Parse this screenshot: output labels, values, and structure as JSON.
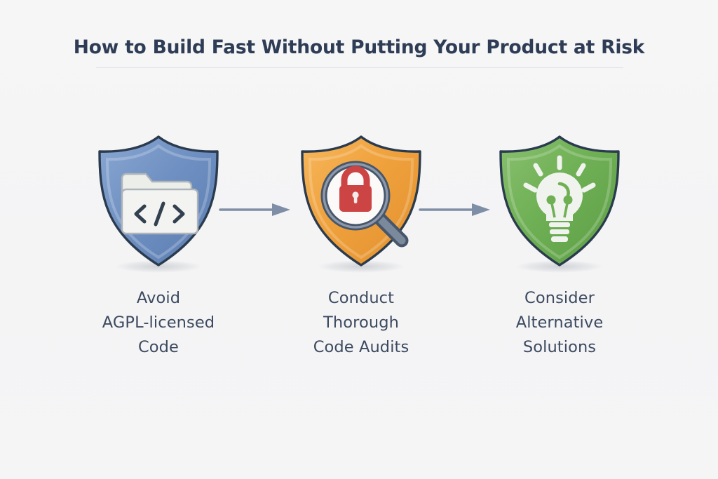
{
  "header": {
    "title": "How to Build Fast Without Putting Your Product at Risk"
  },
  "colors": {
    "background": "#f5f5f6",
    "title_text": "#2e3d55",
    "caption_text": "#3c4a60",
    "divider": "#dfe2e6",
    "arrow": "#7e8ea6",
    "shield_blue": "#6f90c2",
    "shield_orange": "#efa13c",
    "shield_green": "#6fb055",
    "shield_outline": "#2b3b4e",
    "lock_red": "#cc4444",
    "icon_white": "#f1f1ee"
  },
  "steps": [
    {
      "id": "step-1",
      "shield_color": "#6f90c2",
      "shield_color_dark": "#5b7cb0",
      "shield_color_light": "#8aa7d2",
      "icon_name": "code-folder-icon",
      "caption_lines": [
        "Avoid",
        "AGPL-licensed",
        "Code"
      ],
      "caption_text": "Avoid AGPL-licensed Code"
    },
    {
      "id": "step-2",
      "shield_color": "#efa13c",
      "shield_color_dark": "#e2912f",
      "shield_color_light": "#f7b75c",
      "icon_name": "magnifier-lock-icon",
      "caption_lines": [
        "Conduct",
        "Thorough",
        "Code Audits"
      ],
      "caption_text": "Conduct Thorough Code Audits"
    },
    {
      "id": "step-3",
      "shield_color": "#6fb055",
      "shield_color_dark": "#5d9e46",
      "shield_color_light": "#89c06f",
      "icon_name": "lightbulb-idea-icon",
      "caption_lines": [
        "Consider",
        "Alternative",
        "Solutions"
      ],
      "caption_text": "Consider Alternative Solutions"
    }
  ],
  "arrows": [
    {
      "id": "arrow-1",
      "from": "step-1",
      "to": "step-2",
      "direction": "right"
    },
    {
      "id": "arrow-2",
      "from": "step-2",
      "to": "step-3",
      "direction": "right"
    }
  ]
}
